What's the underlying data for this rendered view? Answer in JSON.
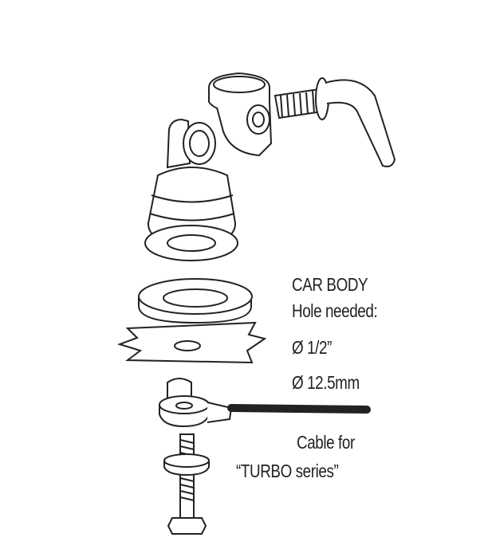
{
  "labels": {
    "car_body": "CAR BODY",
    "hole_needed": "Hole needed:",
    "diameter_inch": "Ø 1/2”",
    "diameter_mm": "Ø 12.5mm",
    "cable_for": "Cable for",
    "turbo_series": "“TURBO series”"
  },
  "colors": {
    "line": "#222222",
    "cable": "#222222",
    "background": "#ffffff"
  }
}
